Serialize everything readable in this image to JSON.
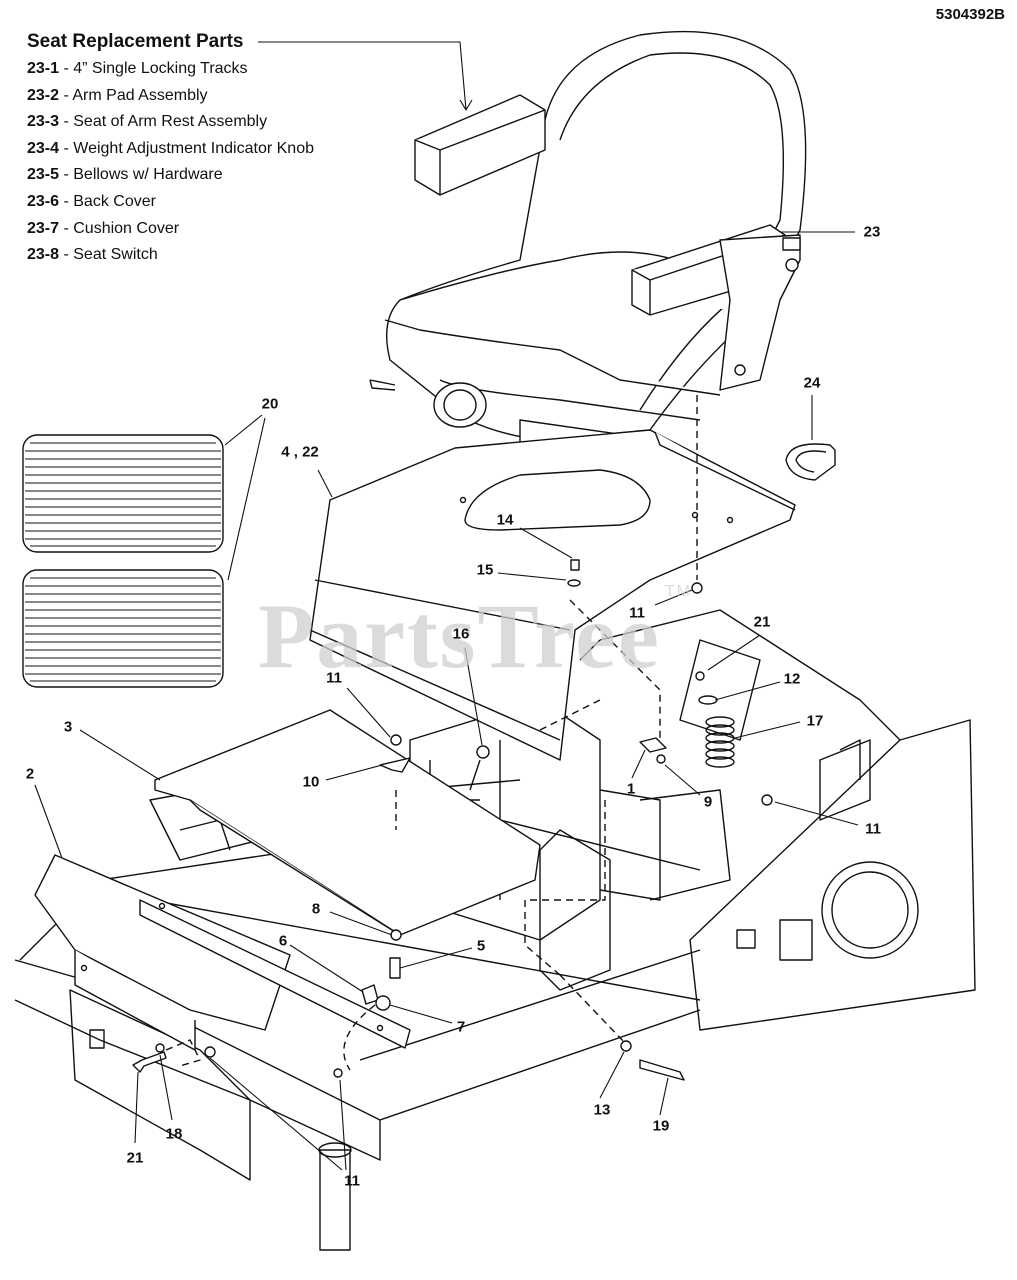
{
  "document_number": "5304392B",
  "seat_replacement": {
    "title": "Seat Replacement Parts",
    "items": [
      {
        "code": "23-1",
        "description": "4” Single Locking Tracks"
      },
      {
        "code": "23-2",
        "description": "Arm Pad Assembly"
      },
      {
        "code": "23-3",
        "description": "Seat of Arm Rest Assembly"
      },
      {
        "code": "23-4",
        "description": "Weight Adjustment Indicator Knob"
      },
      {
        "code": "23-5",
        "description": "Bellows w/ Hardware"
      },
      {
        "code": "23-6",
        "description": "Back Cover"
      },
      {
        "code": "23-7",
        "description": "Cushion Cover"
      },
      {
        "code": "23-8",
        "description": "Seat Switch"
      }
    ]
  },
  "watermark": {
    "text": "PartsTree",
    "mark": "TM"
  },
  "callouts": [
    {
      "id": "c23",
      "label": "23"
    },
    {
      "id": "c24",
      "label": "24"
    },
    {
      "id": "c20",
      "label": "20"
    },
    {
      "id": "c4_22",
      "label": "4 , 22"
    },
    {
      "id": "c14",
      "label": "14"
    },
    {
      "id": "c15",
      "label": "15"
    },
    {
      "id": "c11a",
      "label": "11"
    },
    {
      "id": "c21a",
      "label": "21"
    },
    {
      "id": "c16",
      "label": "16"
    },
    {
      "id": "c11b",
      "label": "11"
    },
    {
      "id": "c12",
      "label": "12"
    },
    {
      "id": "c17",
      "label": "17"
    },
    {
      "id": "c3",
      "label": "3"
    },
    {
      "id": "c10",
      "label": "10"
    },
    {
      "id": "c1",
      "label": "1"
    },
    {
      "id": "c9",
      "label": "9"
    },
    {
      "id": "c11c",
      "label": "11"
    },
    {
      "id": "c2",
      "label": "2"
    },
    {
      "id": "c8",
      "label": "8"
    },
    {
      "id": "c5",
      "label": "5"
    },
    {
      "id": "c6",
      "label": "6"
    },
    {
      "id": "c7",
      "label": "7"
    },
    {
      "id": "c13",
      "label": "13"
    },
    {
      "id": "c19",
      "label": "19"
    },
    {
      "id": "c21b",
      "label": "21"
    },
    {
      "id": "c18",
      "label": "18"
    },
    {
      "id": "c11d",
      "label": "11"
    }
  ]
}
